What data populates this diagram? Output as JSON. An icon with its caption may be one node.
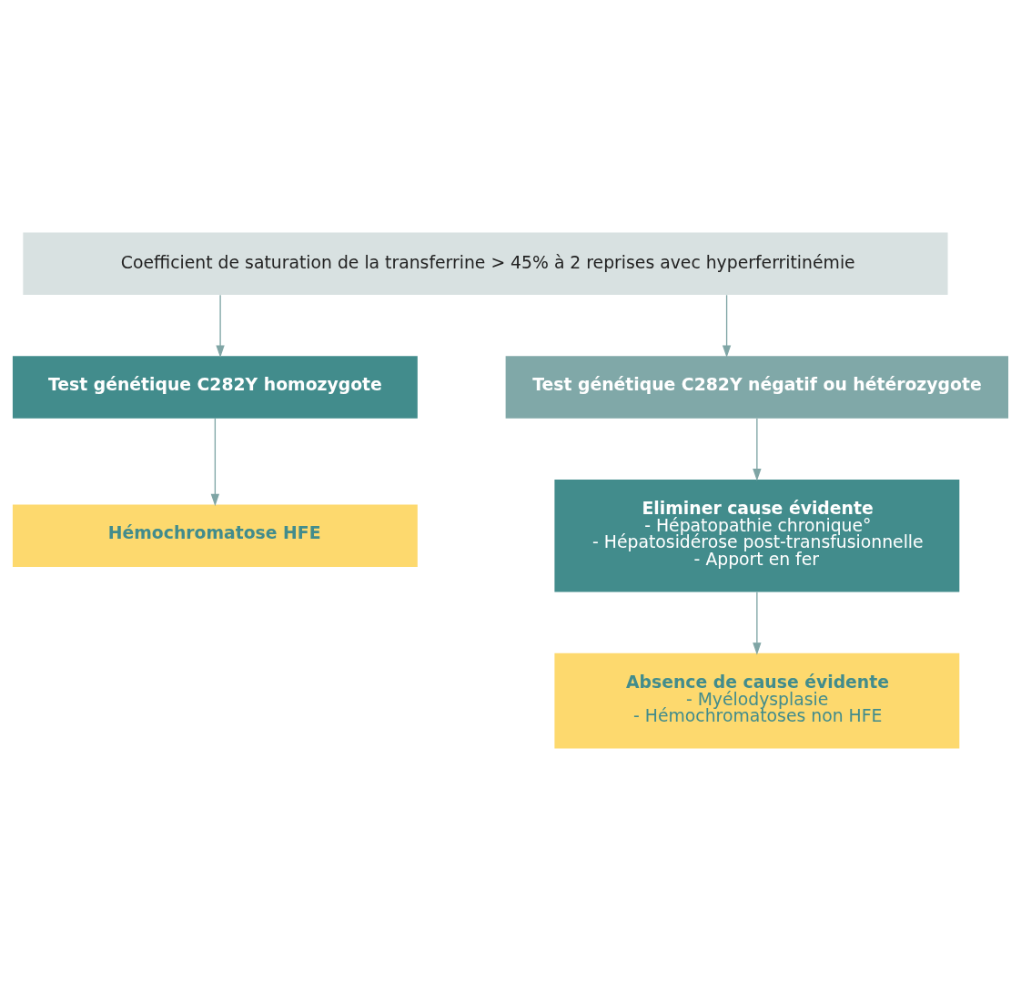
{
  "diagram": {
    "nodes": [
      {
        "text": [
          "Coefficient de saturation de la transferrine > 45% à 2 reprises avec hyperferritinémie"
        ]
      },
      {
        "text": [
          "Test génétique C282Y homozygote"
        ]
      },
      {
        "text": [
          "Test génétique C282Y négatif ou hétérozygote"
        ]
      },
      {
        "text": [
          "Hémochromatose HFE"
        ]
      },
      {
        "text": [
          "Eliminer cause évidente",
          "- Hépatopathie chronique°",
          "- Hépatosidérose post-transfusionnelle",
          "- Apport en fer"
        ]
      },
      {
        "text": [
          "Absence de cause évidente",
          "- Myélodysplasie",
          "- Hémochromatoses non HFE"
        ]
      }
    ],
    "edges": [
      {
        "from": 0,
        "to": 1,
        "arrow": "to"
      },
      {
        "from": 0,
        "to": 2,
        "arrow": "to"
      },
      {
        "from": 1,
        "to": 3,
        "arrow": "to"
      },
      {
        "from": 2,
        "to": 4,
        "arrow": "to"
      },
      {
        "from": 4,
        "to": 5,
        "arrow": "to"
      }
    ]
  }
}
